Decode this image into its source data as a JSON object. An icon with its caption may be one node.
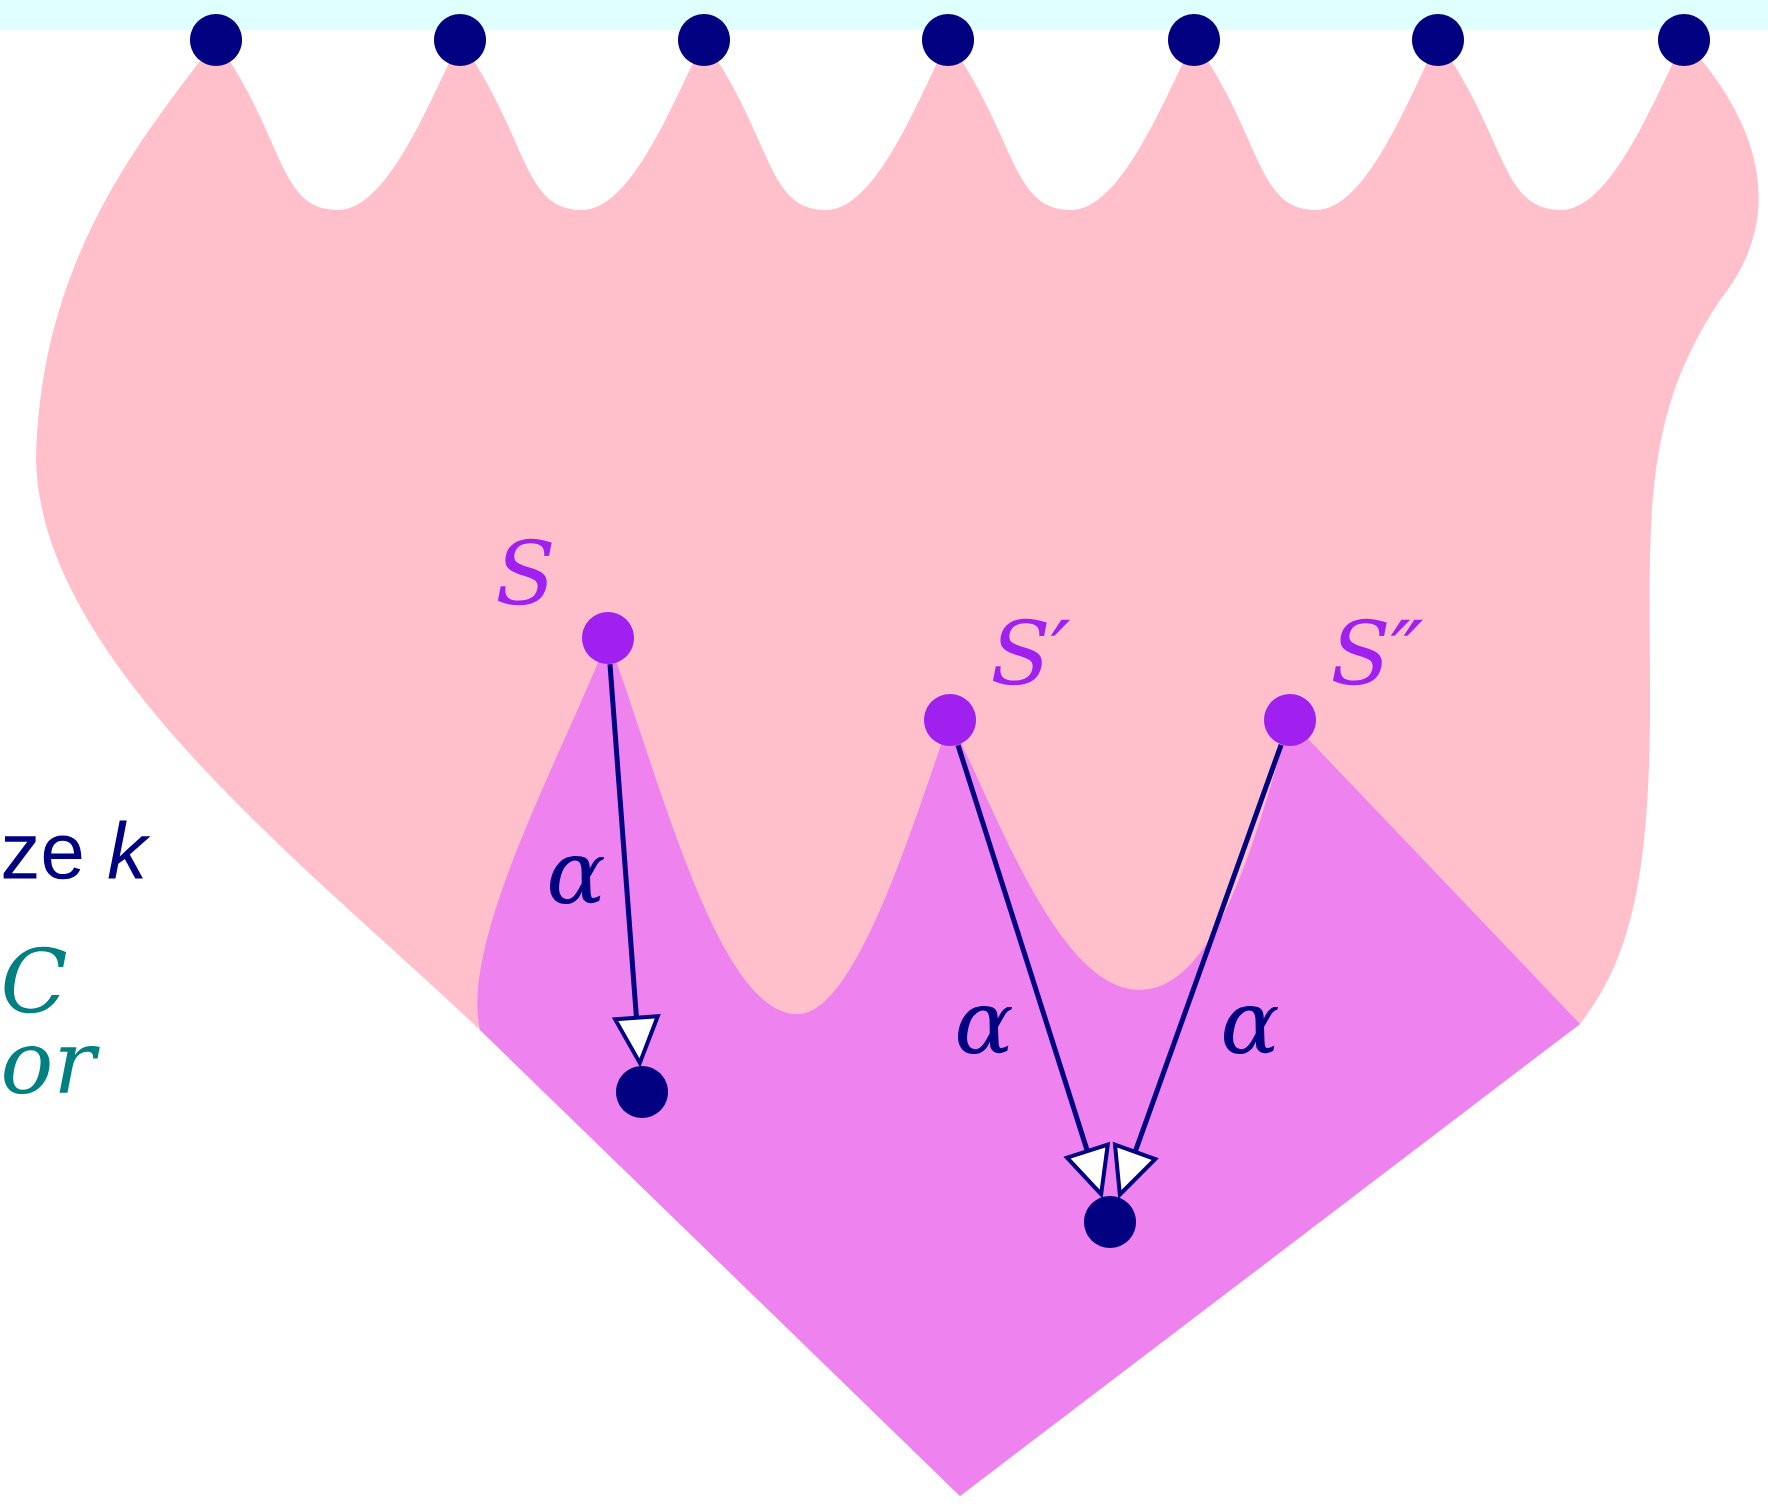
{
  "diagram": {
    "nodes": [
      {
        "text": [],
        "shape": "circle"
      },
      {
        "text": [],
        "shape": "circle"
      },
      {
        "text": [],
        "shape": "circle"
      },
      {
        "text": [],
        "shape": "circle"
      },
      {
        "text": [],
        "shape": "circle"
      },
      {
        "text": [],
        "shape": "circle"
      },
      {
        "text": [],
        "shape": "circle"
      },
      {
        "text": [],
        "shape": "circle",
        "beside": [
          "S"
        ]
      },
      {
        "text": [],
        "shape": "circle",
        "beside": [
          "S′"
        ]
      },
      {
        "text": [],
        "shape": "circle",
        "beside": [
          "S″"
        ]
      },
      {
        "text": [],
        "shape": "circle"
      },
      {
        "text": [],
        "shape": "circle"
      }
    ],
    "edges": [
      {
        "from": 7,
        "to": 10,
        "arrow": "to",
        "label": "α"
      },
      {
        "from": 8,
        "to": 11,
        "arrow": "to",
        "label": "α"
      },
      {
        "from": 9,
        "to": 11,
        "arrow": "to",
        "label": "α"
      }
    ],
    "labels": [
      "ze *k*",
      "C",
      "or"
    ]
  }
}
